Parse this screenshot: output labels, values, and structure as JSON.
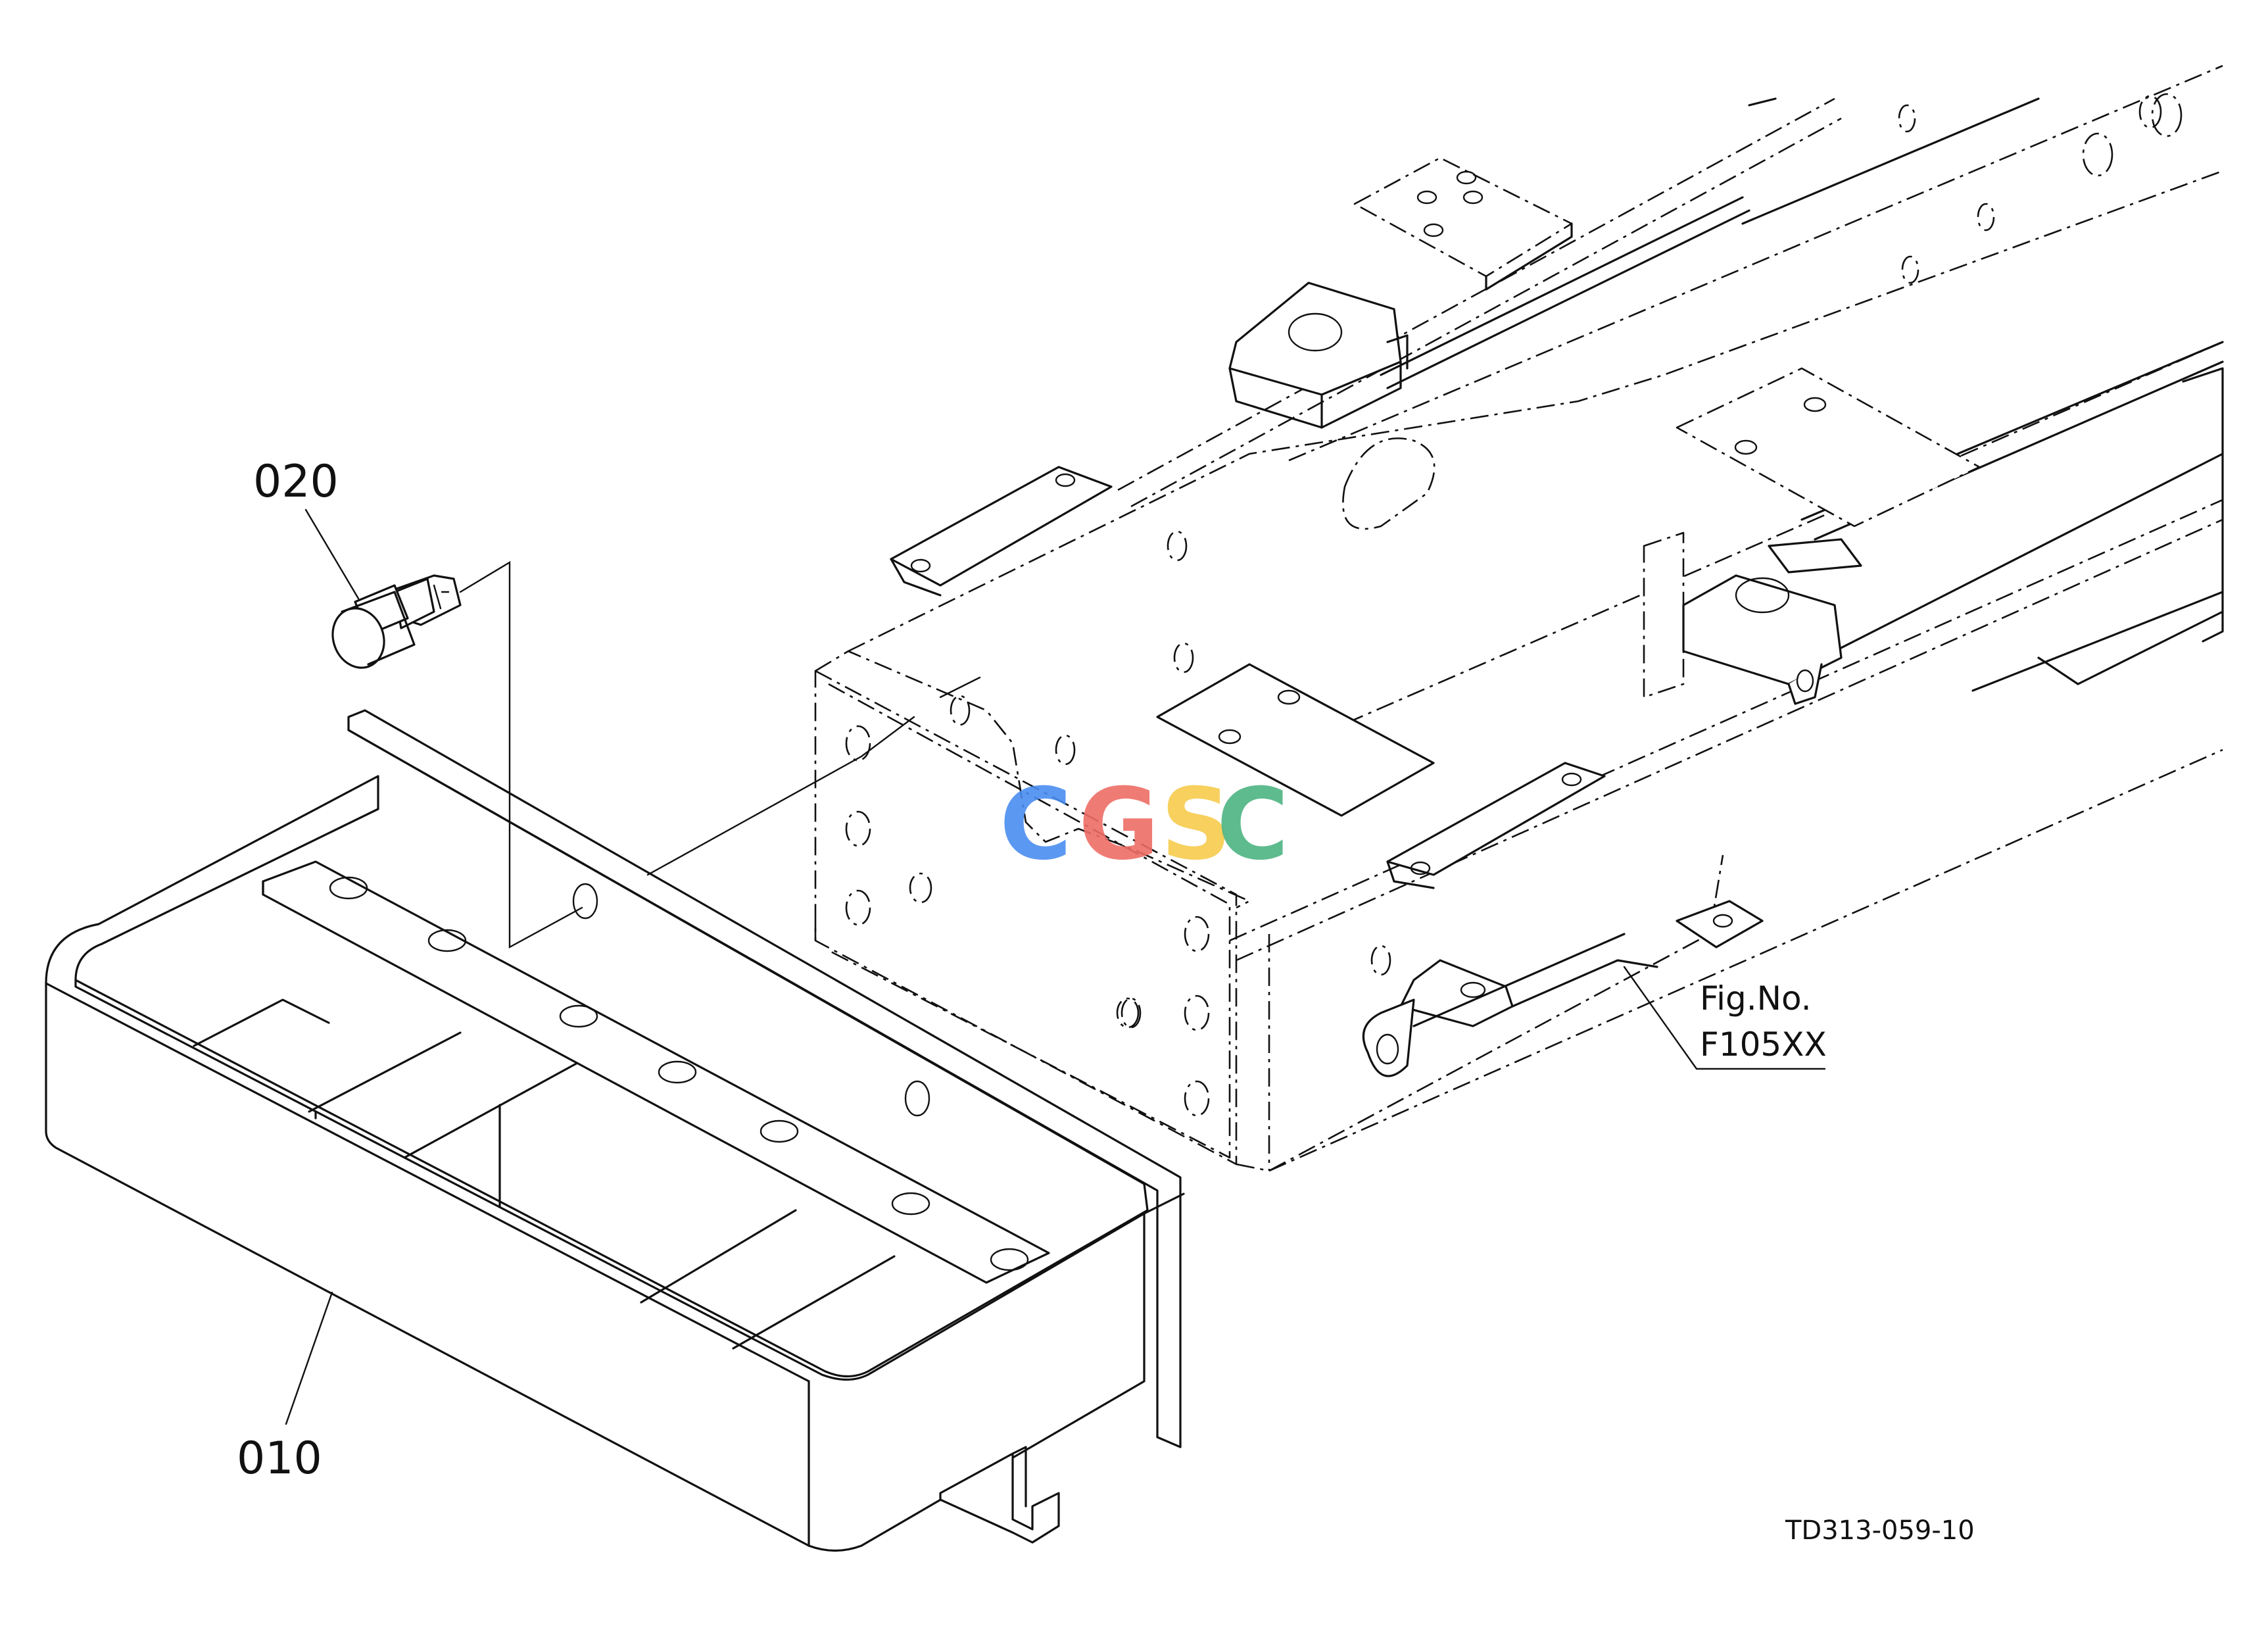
{
  "callouts": {
    "part_010": "010",
    "part_020": "020"
  },
  "figure_reference": {
    "line1": "Fig.No.",
    "line2": "F105XX"
  },
  "drawing_number": "TD313-059-10",
  "watermark": {
    "text": "CGSC",
    "letters": [
      {
        "char": "C",
        "color": "#4A8DF0"
      },
      {
        "char": "G",
        "color": "#EE6E66"
      },
      {
        "char": "S",
        "color": "#F7CB4D"
      },
      {
        "char": "C",
        "color": "#4DB482"
      }
    ]
  }
}
